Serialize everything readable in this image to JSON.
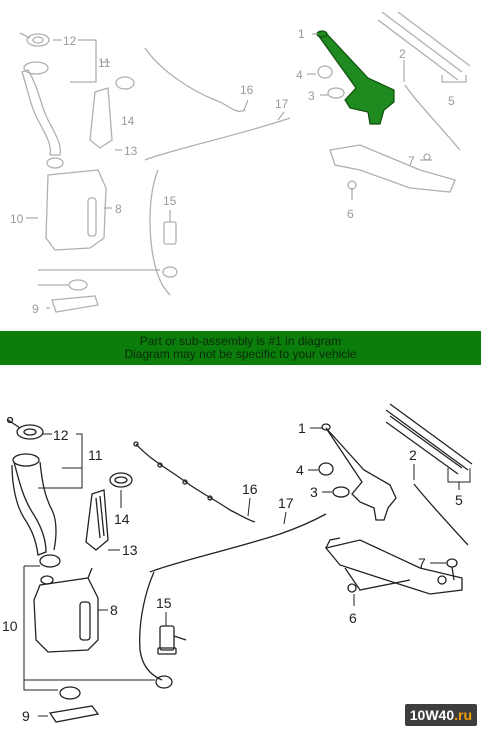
{
  "banner": {
    "line1": "Part or sub-assembly is #1 in diagram",
    "line2": "Diagram may not be specific to your vehicle"
  },
  "callouts": {
    "n1": "1",
    "n2": "2",
    "n3": "3",
    "n4": "4",
    "n5": "5",
    "n6": "6",
    "n7": "7",
    "n8": "8",
    "n9": "9",
    "n10": "10",
    "n11": "11",
    "n12": "12",
    "n13": "13",
    "n14": "14",
    "n15": "15",
    "n16": "16",
    "n17": "17"
  },
  "watermark": {
    "part1": "10W40",
    "part2": ".ru"
  },
  "colors": {
    "highlight": "#1f8a1f",
    "banner": "#0a7d0a"
  }
}
